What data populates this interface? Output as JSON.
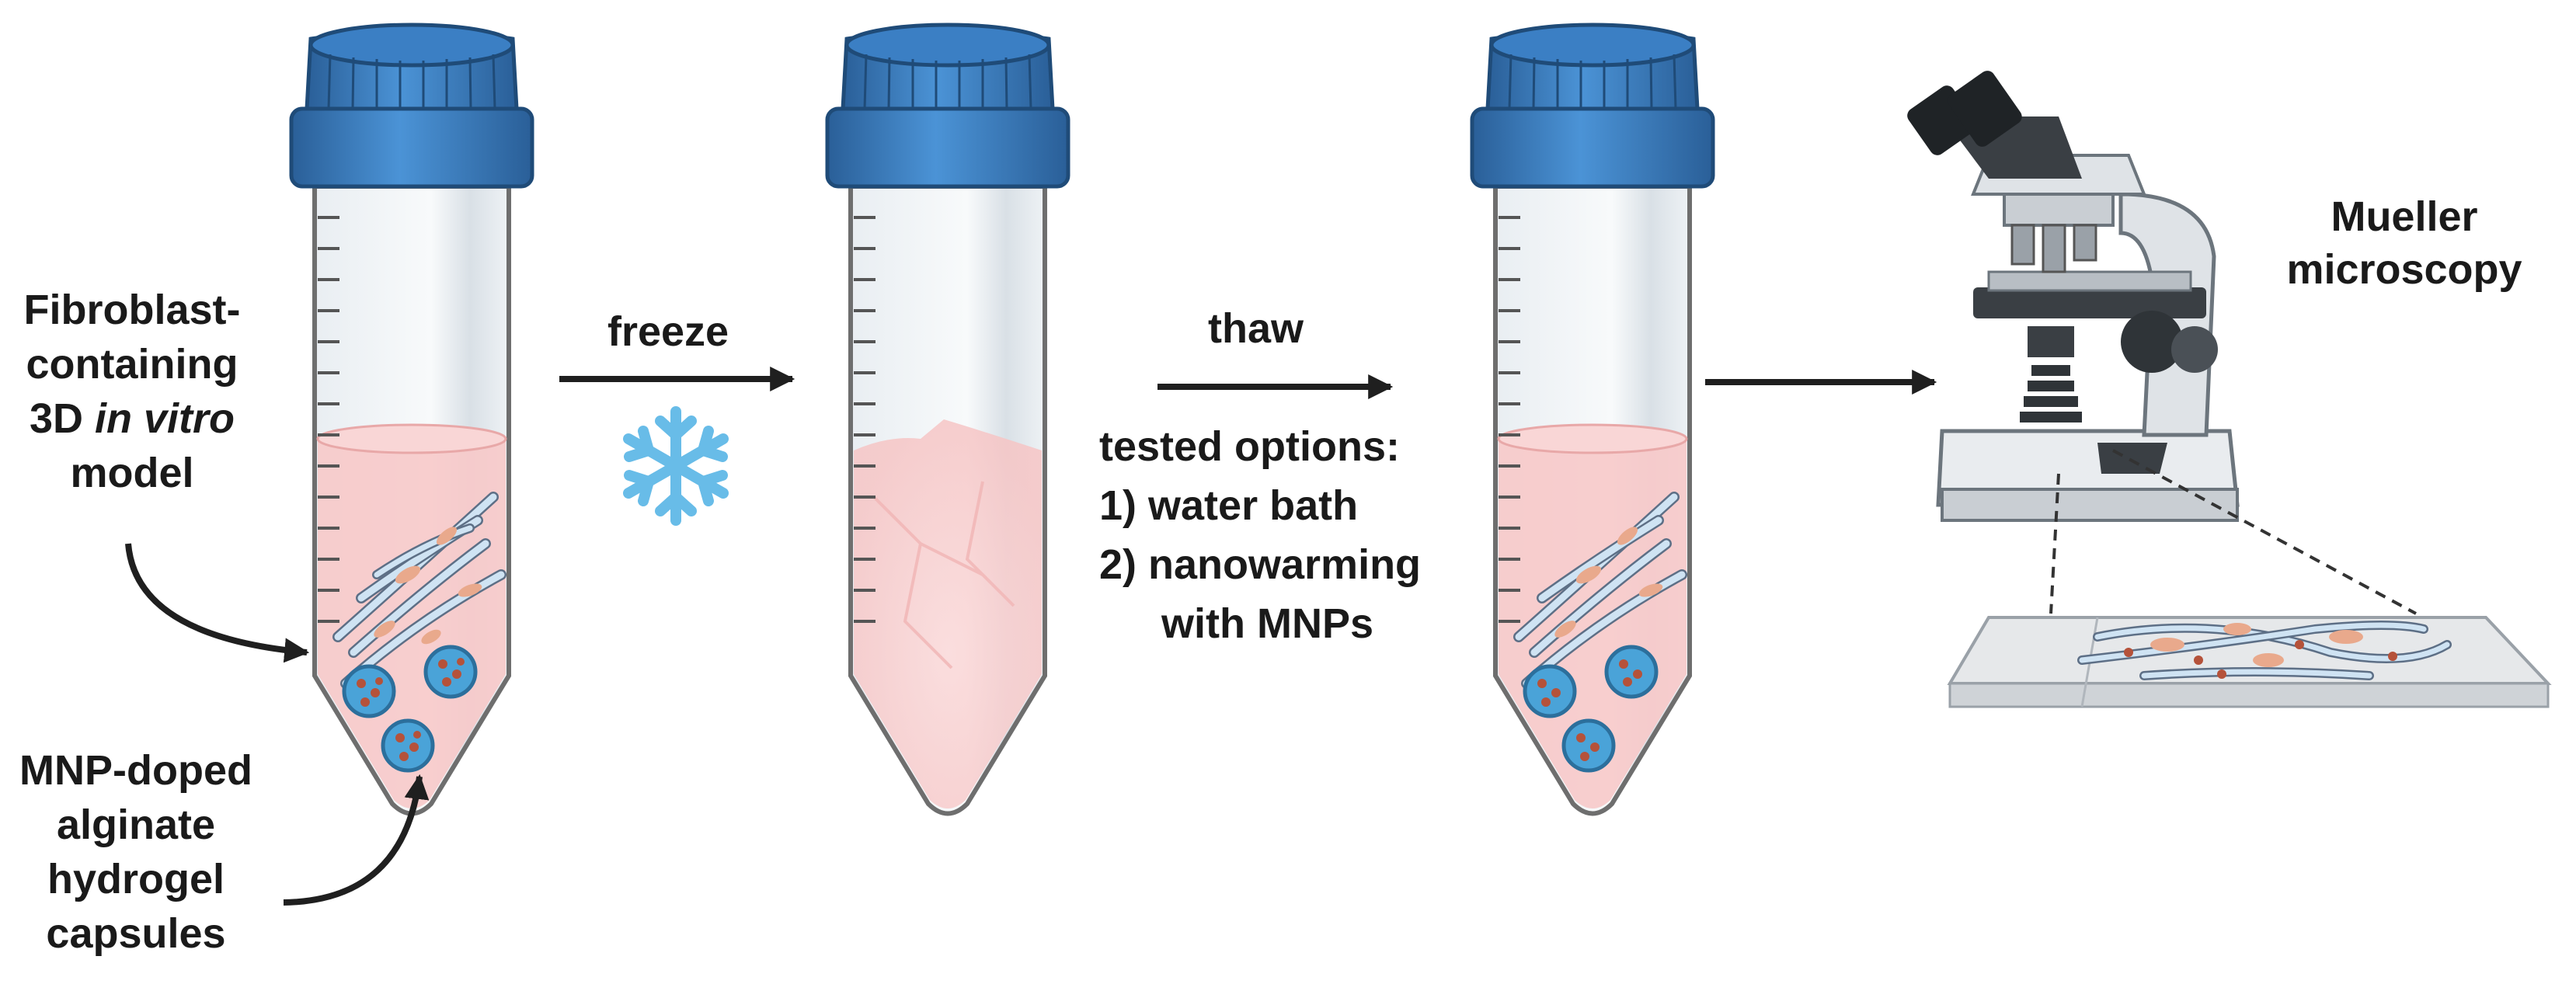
{
  "labels": {
    "fibroblast": {
      "line1": "Fibroblast-",
      "line2": "containing",
      "line3_prefix": "3D ",
      "line3_italic": "in vitro",
      "line4": "model"
    },
    "mnp": [
      "MNP-doped",
      "alginate",
      "hydrogel",
      "capsules"
    ],
    "freeze": "freeze",
    "thaw": "thaw",
    "options": [
      "tested options:",
      "1) water bath",
      "2) nanowarming",
      "with MNPs"
    ],
    "microscopy": [
      "Mueller",
      "microscopy"
    ]
  },
  "icons": [
    "tube-icon",
    "snowflake-icon",
    "frozen-tube-icon",
    "thawed-tube-icon",
    "microscope-icon",
    "slide-icon"
  ],
  "colors": {
    "cap": "#3b7fc4",
    "cap_dark": "#2a5f98",
    "tube_outline": "#6e6e6e",
    "liquid": "#f7c9c9",
    "capsule": "#4aa3d8",
    "mnp_dot": "#b5523a",
    "snowflake": "#68bce8",
    "arrow": "#1f1f1f"
  }
}
